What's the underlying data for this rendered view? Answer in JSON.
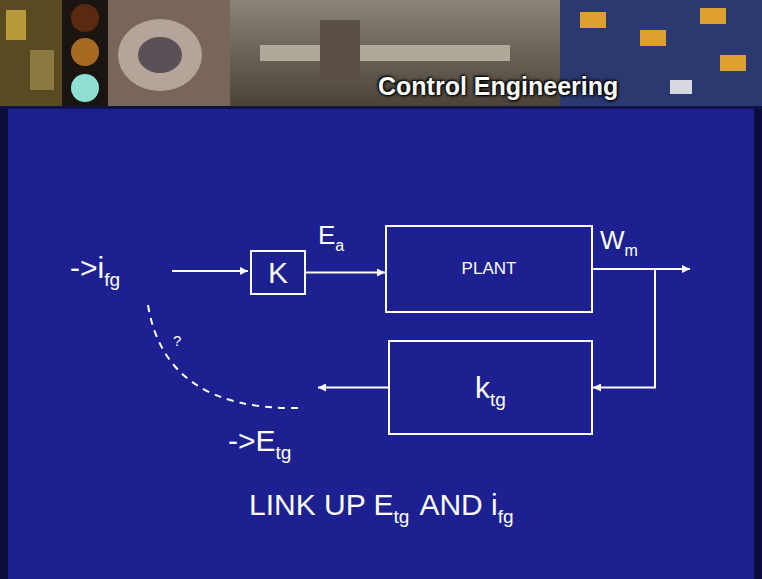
{
  "diagram": {
    "title": "Control Engineering",
    "nodes": [
      {
        "text": [
          "K"
        ]
      },
      {
        "text": [
          "PLANT"
        ]
      },
      {
        "text": [
          "k",
          "tg"
        ]
      }
    ],
    "edges": [
      {
        "from": 0,
        "to": 1,
        "arrow": "to"
      },
      {
        "from": 1,
        "to": 2,
        "arrow": "to"
      }
    ],
    "labels": [
      "->i",
      "fg",
      "E",
      "a",
      "W",
      "m",
      "->E",
      "tg",
      "?",
      "LINK UP E",
      "tg",
      "AND i",
      "fg"
    ]
  }
}
